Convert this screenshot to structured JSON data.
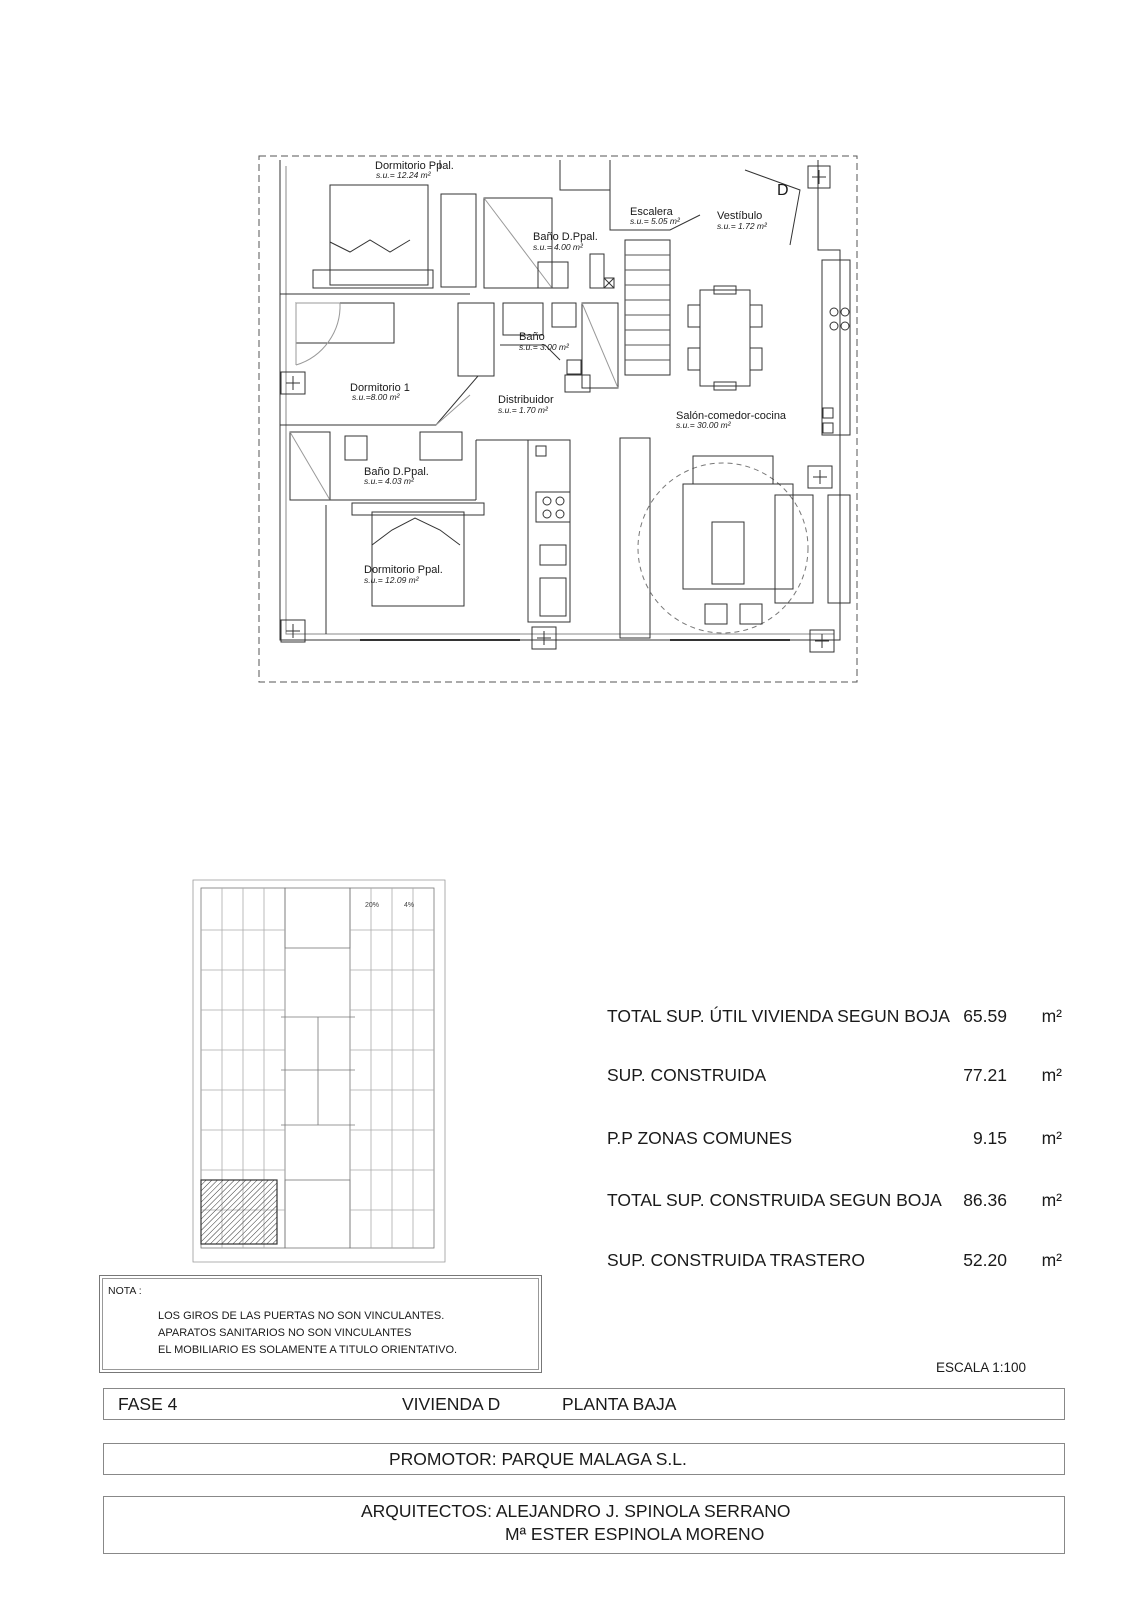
{
  "plan": {
    "unit_letter": "D",
    "rooms": [
      {
        "name": "Dormitorio Ppal.",
        "area": "s.u.= 12.24 m²"
      },
      {
        "name": "Baño D.Ppal.",
        "area": "s.u.= 4.00 m²"
      },
      {
        "name": "Escalera",
        "area": "s.u.= 5.05 m²"
      },
      {
        "name": "Vestíbulo",
        "area": "s.u.= 1.72 m²"
      },
      {
        "name": "Baño",
        "area": "s.u.= 3.00 m²"
      },
      {
        "name": "Dormitorio 1",
        "area": "s.u.=8.00 m²"
      },
      {
        "name": "Distribuidor",
        "area": "s.u.= 1.70 m²"
      },
      {
        "name": "Salón-comedor-cocina",
        "area": "s.u.= 30.00 m²"
      },
      {
        "name": "Baño D.Ppal.",
        "area": "s.u.= 4.03 m²"
      },
      {
        "name": "Dormitorio Ppal.",
        "area": "s.u.= 12.09 m²"
      }
    ]
  },
  "key_plan": {
    "labels": [
      "20%",
      "4%"
    ]
  },
  "areas": [
    {
      "label": "TOTAL SUP. ÚTIL VIVIENDA SEGUN BOJA",
      "value": "65.59",
      "unit": "m²"
    },
    {
      "label": "SUP. CONSTRUIDA",
      "value": "77.21",
      "unit": "m²"
    },
    {
      "label": "P.P ZONAS COMUNES",
      "value": "9.15",
      "unit": "m²"
    },
    {
      "label": "TOTAL SUP. CONSTRUIDA SEGUN BOJA",
      "value": "86.36",
      "unit": "m²"
    },
    {
      "label": "SUP. CONSTRUIDA TRASTERO",
      "value": "52.20",
      "unit": "m²"
    }
  ],
  "nota": {
    "title": "NOTA :",
    "lines": [
      "LOS GIROS DE LAS PUERTAS NO SON VINCULANTES.",
      "APARATOS SANITARIOS NO SON VINCULANTES",
      "EL MOBILIARIO ES SOLAMENTE A TITULO ORIENTATIVO."
    ]
  },
  "scale": "ESCALA 1:100",
  "title_block": {
    "fase": "FASE 4",
    "vivienda": "VIVIENDA D",
    "planta": "PLANTA BAJA",
    "promotor": "PROMOTOR: PARQUE MALAGA S.L.",
    "arquitectos_1": "ARQUITECTOS:  ALEJANDRO J. SPINOLA SERRANO",
    "arquitectos_2": "Mª ESTER ESPINOLA MORENO"
  }
}
